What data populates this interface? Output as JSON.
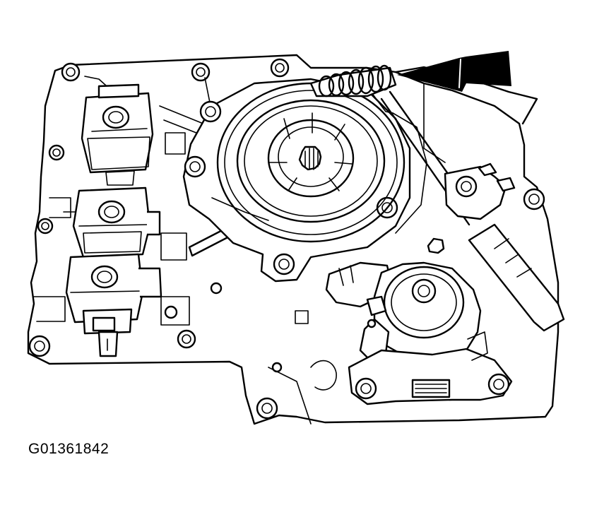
{
  "figure": {
    "id_text": "G01361842",
    "parts": [
      "valve-body-plate",
      "solenoid-upper",
      "solenoid-middle",
      "solenoid-lower",
      "accumulator-cover",
      "return-spring",
      "screwdriver",
      "manual-shift-sensor",
      "indicator-arrow"
    ]
  }
}
